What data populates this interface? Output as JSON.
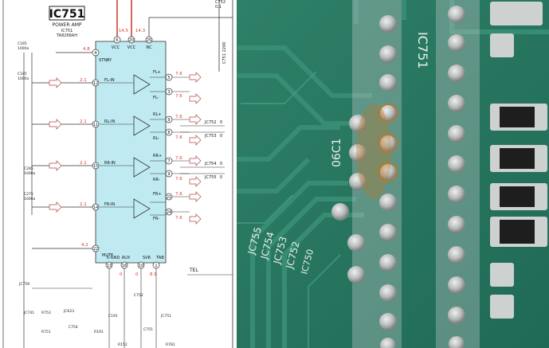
{
  "schematic": {
    "ic_ref": "IC751",
    "ic_function": "POWER AMP",
    "ic_ref_small": "IC751",
    "ic_part": "TA8268AH",
    "top_labels": [
      "VCC",
      "VCC",
      "NC"
    ],
    "top_pins": [
      "6",
      "20",
      "25"
    ],
    "top_voltages": [
      "14.5",
      "14.3"
    ],
    "stby": {
      "pin": "4",
      "label": "STNBY",
      "voltage": "4.8"
    },
    "inputs": [
      {
        "label": "FL-IN",
        "pin": "12",
        "voltage": "2.1",
        "cap": "C185",
        "cap_val": "1000a"
      },
      {
        "label": "RL-IN",
        "pin": "11",
        "voltage": "2.1"
      },
      {
        "label": "RR-IN",
        "pin": "15",
        "voltage": "2.1",
        "cap": "C285",
        "cap_val": "1000a"
      },
      {
        "label": "FR-IN",
        "pin": "14",
        "voltage": "2.1",
        "cap": "C275",
        "cap_val": "1000a"
      }
    ],
    "outputs": [
      {
        "label": "FL+",
        "pin": "5",
        "voltage": "7.6"
      },
      {
        "label": "FL-",
        "pin": "3",
        "voltage": "7.6"
      },
      {
        "label": "RL+",
        "pin": "9",
        "voltage": "7.6"
      },
      {
        "label": "RL-",
        "pin": "8",
        "voltage": "7.6"
      },
      {
        "label": "RR+",
        "pin": "7",
        "voltage": "7.6"
      },
      {
        "label": "RR-",
        "pin": "9",
        "voltage": "7.6"
      },
      {
        "label": "FR+",
        "pin": "21",
        "voltage": "7.6"
      },
      {
        "label": "FR-",
        "pin": "24",
        "voltage": "7.6"
      }
    ],
    "jumpers": [
      "JC752",
      "JC753",
      "JC754",
      "JC755"
    ],
    "mute": {
      "pin": "22",
      "label": "MUTE",
      "voltage": "4.2"
    },
    "bottom_labels": [
      "S-GND",
      "AUX",
      "SVR",
      "TAB"
    ],
    "bottom_pins": [
      "13",
      "16",
      "10",
      "1"
    ],
    "bottom_voltages": [
      "0",
      "0",
      "8.9"
    ],
    "left_caps": [
      "C185",
      "1000a"
    ],
    "tel": "TEL",
    "cap_top_right": "C752",
    "cap_top_right_val": "0.1",
    "side_text": "C751 2200",
    "misc": [
      "JC759",
      "JC741",
      "R753",
      "JC623",
      "R751",
      "C754",
      "R191",
      "C191",
      "C752",
      "C755",
      "JC751"
    ],
    "bottom_refs": [
      "R152",
      "R781"
    ]
  },
  "photo": {
    "silkscreen": [
      "IC751",
      "06C1",
      "JC755",
      "JC754",
      "JC753",
      "JC752",
      "IC750"
    ]
  },
  "colors": {
    "ic_fill": "#bfeaf2",
    "wire": "#333333",
    "voltage_red": "#d43a2a",
    "arrow": "#b04848",
    "pcb": "#2d7e66",
    "pad": "#aeb3b3",
    "burn": "#b87828"
  }
}
